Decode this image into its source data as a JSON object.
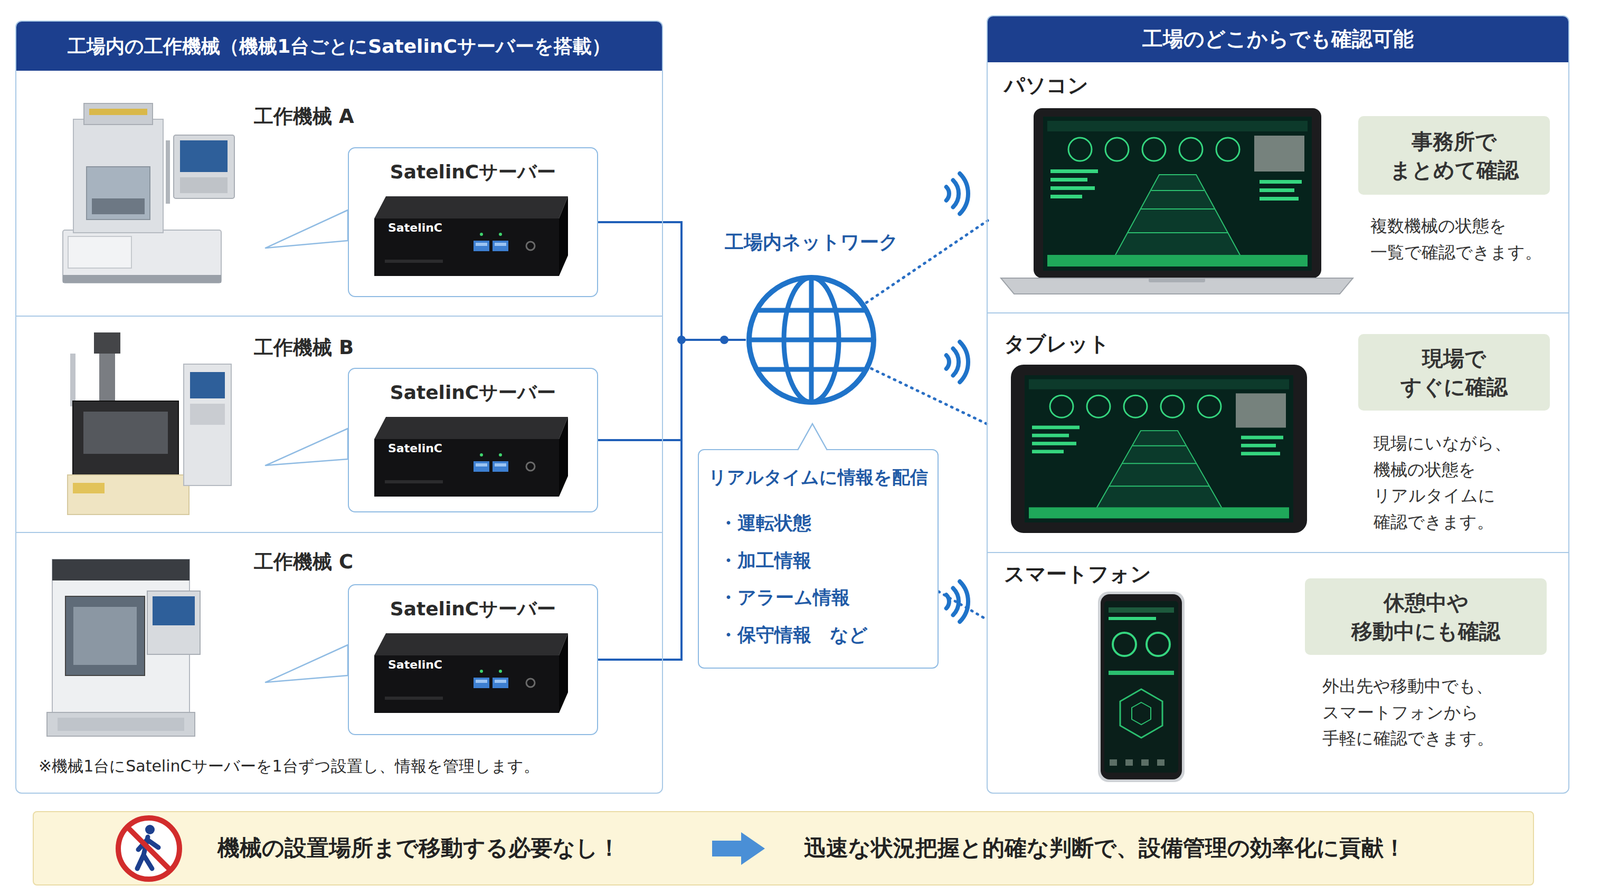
{
  "diagram": {
    "nodes": [
      {
        "text": [
          "工場内の工作機械（機械1台ごとにSatelinCサーバーを搭載）"
        ]
      },
      {
        "text": [
          "工作機械 A"
        ],
        "in": 0
      },
      {
        "text": [
          "SatelinCサーバー"
        ],
        "in": 1
      },
      {
        "text": [
          "工作機械 B"
        ],
        "in": 0
      },
      {
        "text": [
          "SatelinCサーバー"
        ],
        "in": 3
      },
      {
        "text": [
          "工作機械 C"
        ],
        "in": 0
      },
      {
        "text": [
          "SatelinCサーバー"
        ],
        "in": 5
      },
      {
        "text": [
          "工場内ネットワーク"
        ]
      },
      {
        "text": [
          "リアルタイムに情報を配信",
          "・運転状態",
          "・加工情報",
          "・アラーム情報",
          "・保守情報　など"
        ]
      },
      {
        "text": [
          "工場のどこからでも確認可能"
        ]
      },
      {
        "text": [
          "パソコン",
          "複数機械の状態を 一覧で確認できます。"
        ],
        "in": 9
      },
      {
        "text": [
          "事務所で まとめて確認"
        ],
        "in": 10
      },
      {
        "text": [
          "タブレット",
          "現場にいながら、 機械の状態を リアルタイムに 確認できます。"
        ],
        "in": 9
      },
      {
        "text": [
          "現場で すぐに確認"
        ],
        "in": 12
      },
      {
        "text": [
          "スマートフォン",
          "外出先や移動中でも、 スマートフォンから 手軽に確認できます。"
        ],
        "in": 9
      },
      {
        "text": [
          "休憩中や 移動中にも確認"
        ],
        "in": 14
      },
      {
        "text": [
          "機械の設置場所まで移動する必要なし！",
          "迅速な状況把握と的確な判断で、設備管理の効率化に貢献！"
        ]
      }
    ],
    "edges": [
      {
        "from": 2,
        "to": 7,
        "arrow": "none"
      },
      {
        "from": 4,
        "to": 7,
        "arrow": "none"
      },
      {
        "from": 6,
        "to": 7,
        "arrow": "none"
      },
      {
        "from": 7,
        "to": 10,
        "arrow": "none"
      },
      {
        "from": 7,
        "to": 12,
        "arrow": "none"
      },
      {
        "from": 8,
        "to": 14,
        "arrow": "none"
      }
    ],
    "labels": [
      "SatelinC",
      "SatelinC",
      "SatelinC",
      "※機械1台にSatelinCサーバーを1台ずつ設置し、情報を管理します。"
    ]
  }
}
